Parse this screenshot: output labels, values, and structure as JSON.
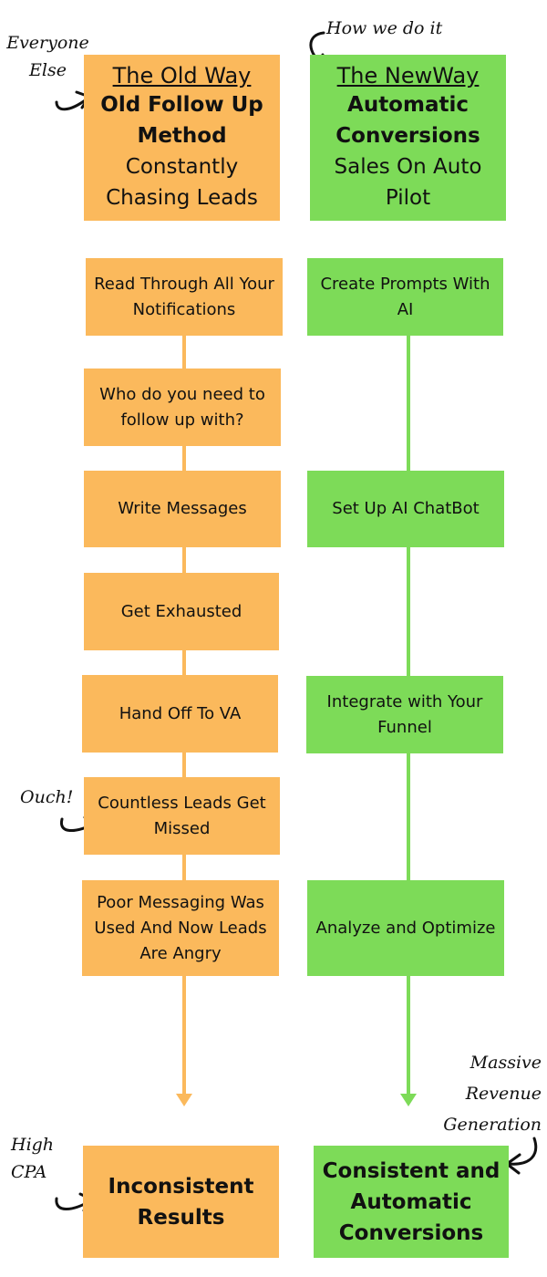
{
  "old_way": {
    "title": "The Old Way",
    "bold": "Old Follow Up Method",
    "sub": "Constantly Chasing Leads",
    "steps": [
      "Read Through All Your Notifications",
      "Who do you need to follow up with?",
      "Write Messages",
      "Get Exhausted",
      "Hand Off To VA",
      "Countless Leads Get Missed",
      "Poor Messaging Was Used And Now Leads Are Angry"
    ],
    "result": "Inconsistent Results"
  },
  "new_way": {
    "title": "The NewWay",
    "bold": "Automatic Conversions",
    "sub": "Sales On Auto Pilot",
    "steps": [
      "Create Prompts With AI",
      "Set Up AI ChatBot",
      "Integrate with Your Funnel",
      "Analyze and Optimize"
    ],
    "result": "Consistent and Automatic Conversions"
  },
  "notes": {
    "everyone_else": "Everyone Else",
    "how_we_do_it": "How we do it",
    "ouch": "Ouch!",
    "high_cpa": "High CPA",
    "massive_revenue": "Massive Revenue Generation"
  },
  "colors": {
    "orange": "#FBB95C",
    "green": "#7DDB58"
  }
}
